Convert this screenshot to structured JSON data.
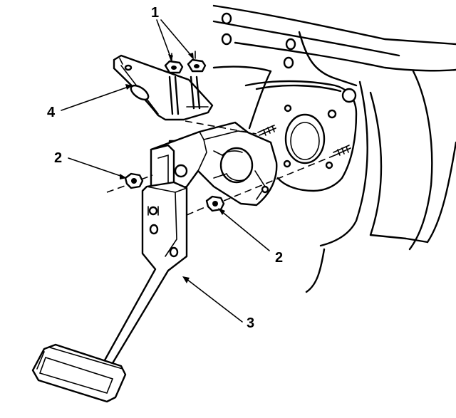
{
  "callouts": {
    "nuts_top": "1",
    "nut_left": "2",
    "nut_right": "2",
    "pedal": "3",
    "bracket": "4"
  }
}
